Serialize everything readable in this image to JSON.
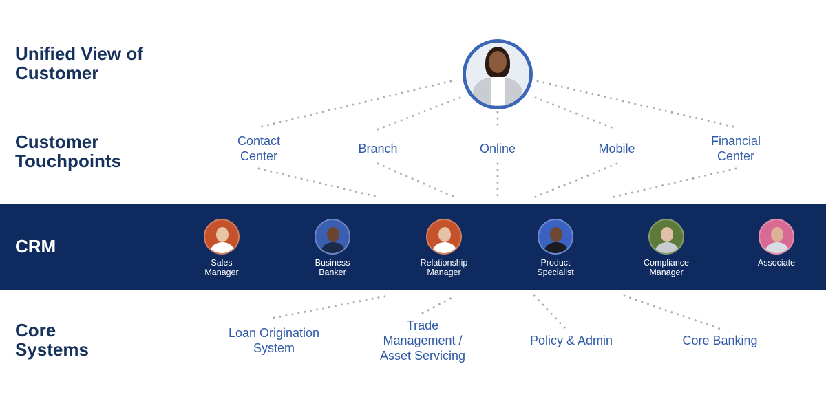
{
  "rows": {
    "unified": "Unified View of\nCustomer",
    "touchpoints": "Customer\nTouchpoints",
    "crm": "CRM",
    "core": "Core\nSystems"
  },
  "touchpoints": [
    {
      "id": "contact-center",
      "label": "Contact\nCenter"
    },
    {
      "id": "branch",
      "label": "Branch"
    },
    {
      "id": "online",
      "label": "Online"
    },
    {
      "id": "mobile",
      "label": "Mobile"
    },
    {
      "id": "financial-center",
      "label": "Financial\nCenter"
    }
  ],
  "personas": [
    {
      "id": "sales-manager",
      "label": "Sales\nManager",
      "bg": "#c4522a",
      "skin": "#e9c4a4",
      "cloth": "#ffffff"
    },
    {
      "id": "business-banker",
      "label": "Business\nBanker",
      "bg": "#3b5fb0",
      "skin": "#6b4430",
      "cloth": "#1c2a4a"
    },
    {
      "id": "relationship-manager",
      "label": "Relationship\nManager",
      "bg": "#c4522a",
      "skin": "#e5c2a6",
      "cloth": "#ffffff"
    },
    {
      "id": "product-specialist",
      "label": "Product\nSpecialist",
      "bg": "#3b62c0",
      "skin": "#6e4733",
      "cloth": "#1b1b22"
    },
    {
      "id": "compliance-manager",
      "label": "Compliance\nManager",
      "bg": "#5c7a3a",
      "skin": "#e1bfa6",
      "cloth": "#c9ccd1"
    },
    {
      "id": "associate",
      "label": "Associate",
      "bg": "#d86a93",
      "skin": "#dcb197",
      "cloth": "#d8dde3"
    }
  ],
  "core_systems": [
    {
      "id": "loan-origination",
      "label": "Loan Origination\nSystem"
    },
    {
      "id": "trade-management",
      "label": "Trade\nManagement /\nAsset Servicing"
    },
    {
      "id": "policy-admin",
      "label": "Policy & Admin"
    },
    {
      "id": "core-banking",
      "label": "Core Banking"
    }
  ],
  "colors": {
    "navy": "#0f2a5f",
    "heading": "#16325c",
    "node_text": "#2e5aa8",
    "dots": "#a8adb3",
    "ring": "#3b66b5"
  }
}
